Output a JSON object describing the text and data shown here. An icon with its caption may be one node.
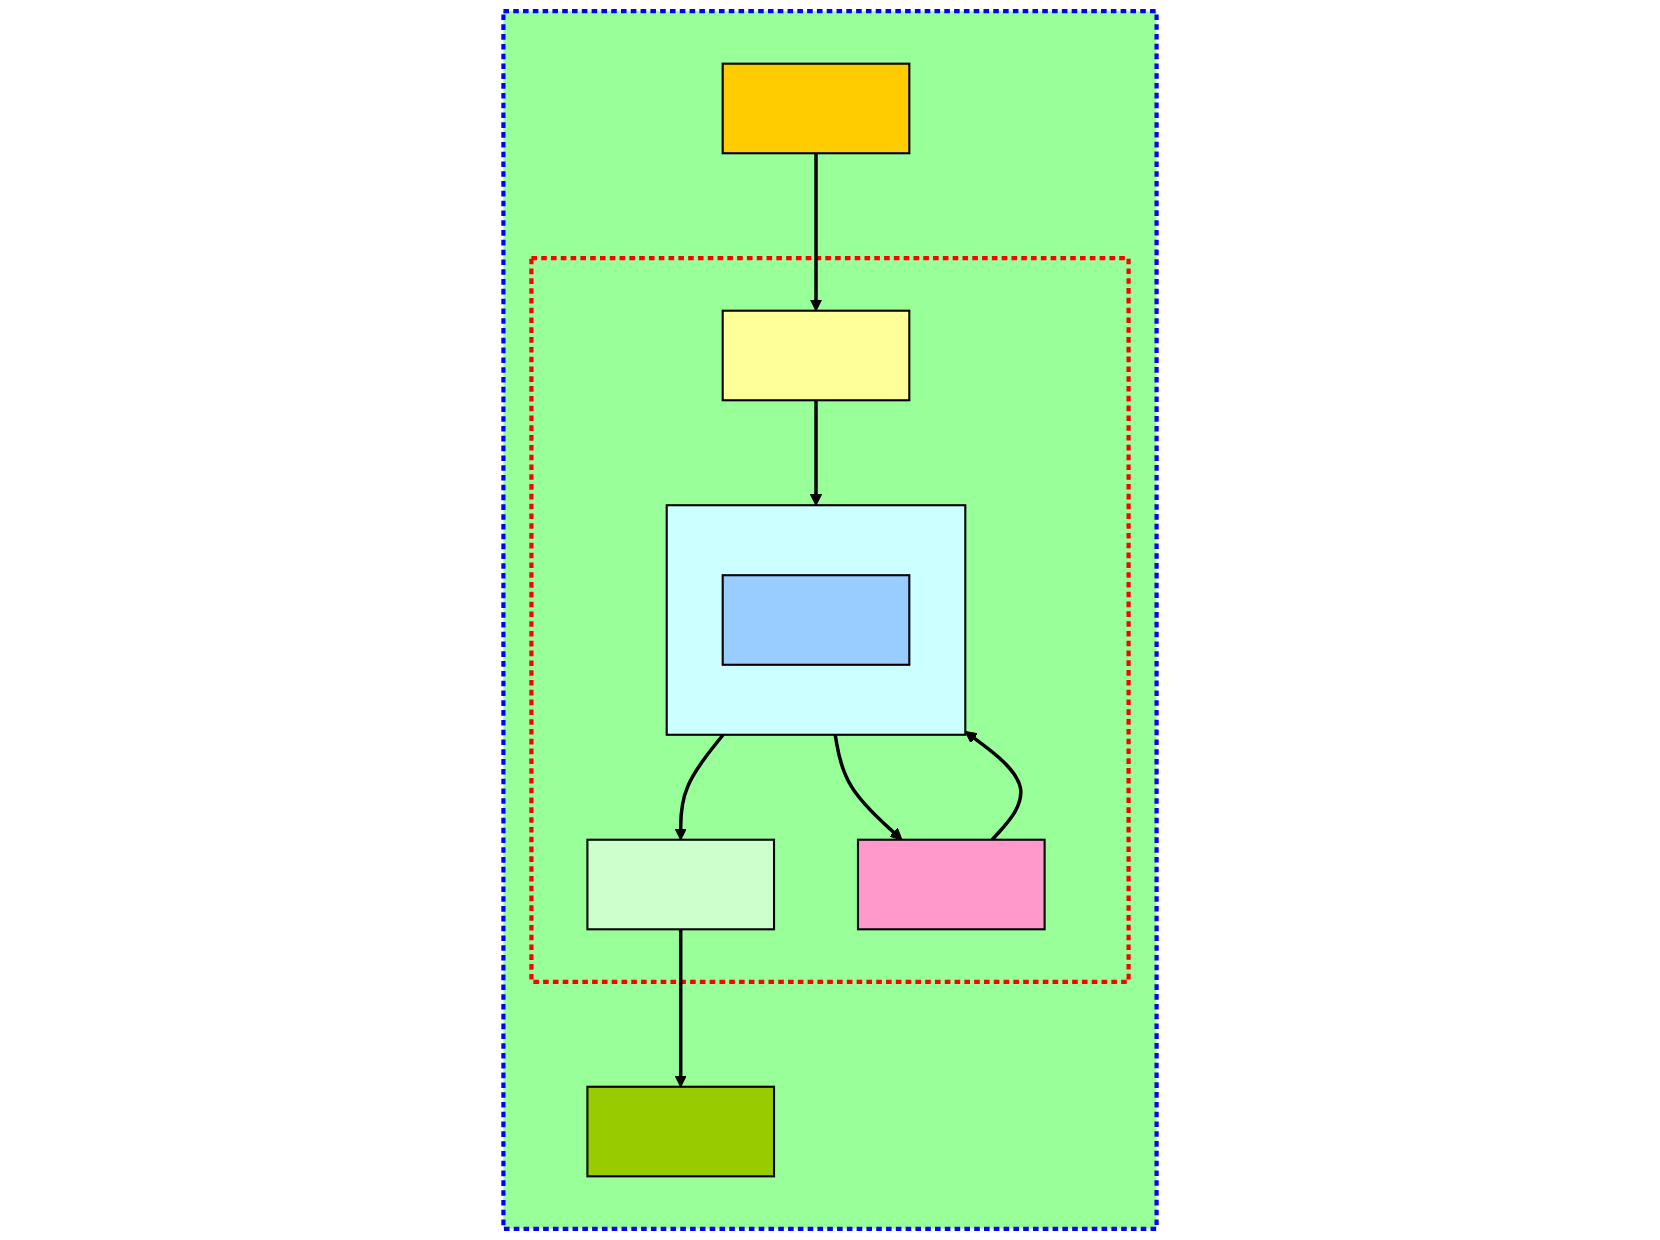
{
  "diagram": {
    "nodes": [
      {
        "text": [],
        "shape": "box"
      },
      {
        "text": [],
        "shape": "box",
        "in": 0
      },
      {
        "text": [],
        "shape": "box",
        "in": 0
      },
      {
        "text": [],
        "shape": "box",
        "in": 2
      },
      {
        "text": [],
        "shape": "box",
        "in": 2
      },
      {
        "text": [],
        "shape": "box",
        "in": 2
      },
      {
        "text": [],
        "shape": "box",
        "in": 5
      },
      {
        "text": [],
        "shape": "box",
        "in": 2
      },
      {
        "text": [],
        "shape": "box",
        "in": 0
      }
    ],
    "edges": [
      {
        "from": 1,
        "to": 4,
        "arrow": "to"
      },
      {
        "from": 3,
        "to": 5,
        "arrow": "to"
      },
      {
        "from": 5,
        "to": 3,
        "arrow": "to"
      },
      {
        "from": 4,
        "to": 5,
        "arrow": "to"
      },
      {
        "from": 5,
        "to": 7,
        "arrow": "to"
      },
      {
        "from": 7,
        "to": 8,
        "arrow": "to"
      }
    ]
  }
}
